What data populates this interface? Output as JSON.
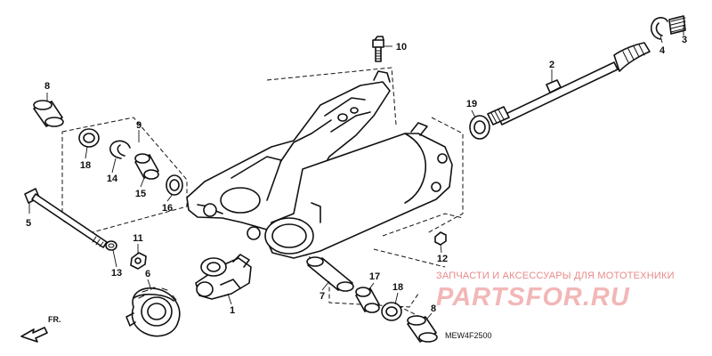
{
  "callouts": {
    "c1": "1",
    "c2": "2",
    "c3": "3",
    "c4": "4",
    "c5": "5",
    "c6": "6",
    "c7": "7",
    "c8a": "8",
    "c8b": "8",
    "c9": "9",
    "c10": "10",
    "c11": "11",
    "c12": "12",
    "c13": "13",
    "c14": "14",
    "c15": "15",
    "c16": "16",
    "c17": "17",
    "c18a": "18",
    "c18b": "18",
    "c19": "19"
  },
  "direction_label": "FR.",
  "drawing_code": "MEW4F2500",
  "watermark": {
    "tagline": "ЗАПЧАСТИ И АКСЕССУАРЫ ДЛЯ МОТОТЕХНИКИ",
    "logo": "PARTSFOR.RU"
  },
  "colors": {
    "line": "#111111",
    "watermark_text": "#e88a8a",
    "watermark_logo": "#f2b7b7"
  }
}
